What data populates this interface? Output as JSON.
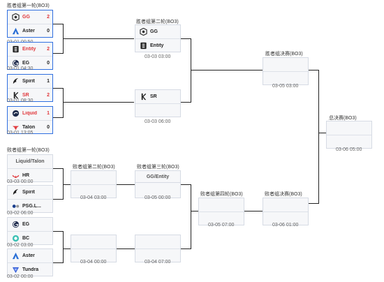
{
  "winners_r1": {
    "title": "胜者组第一轮(BO3)",
    "matches": [
      {
        "team1": "GG",
        "score1": "2",
        "team2": "Aster",
        "score2": "0",
        "time": "03-01 00:50",
        "icon1": "gg-logo-icon",
        "icon2": "aster-logo-icon"
      },
      {
        "team1": "Entity",
        "score1": "2",
        "team2": "EG",
        "score2": "0",
        "time": "03-01 04:30",
        "icon1": "entity-logo-icon",
        "icon2": "eg-logo-icon"
      },
      {
        "team1": "Spirit",
        "score1": "1",
        "team2": "SR",
        "score2": "2",
        "time": "03-01 08:30",
        "icon1": "spirit-logo-icon",
        "icon2": "sr-logo-icon"
      },
      {
        "team1": "Liquid",
        "score1": "1",
        "team2": "Talon",
        "score2": "0",
        "time": "03-01 13:05",
        "icon1": "liquid-logo-icon",
        "icon2": "talon-logo-icon"
      }
    ]
  },
  "winners_r2": {
    "title": "胜者组第二轮(BO3)",
    "matches": [
      {
        "team1": "GG",
        "team2": "Entity",
        "time": "03-03 03:00"
      },
      {
        "team1": "SR",
        "team2": "",
        "time": "03-03 06:00"
      }
    ]
  },
  "winners_final": {
    "title": "胜者组决赛(BO3)",
    "time": "03-05 03:00"
  },
  "grand_final": {
    "title": "总决赛(BO3)",
    "time": "03-06 05:00"
  },
  "losers_r1": {
    "title": "败者组第一轮(BO3)",
    "matches": [
      {
        "pending": "Liquid/Talon",
        "team1": "HR",
        "time": "03-03 00:00"
      },
      {
        "team1": "Spirit",
        "team2": "PSG.L...",
        "time": "03-02 06:00"
      },
      {
        "team1": "EG",
        "team2": "BC",
        "time": "03-02 03:00"
      },
      {
        "team1": "Aster",
        "team2": "Tundra",
        "time": "03-02 00:00"
      }
    ]
  },
  "losers_r2": {
    "title": "败者组第二轮(BO3)",
    "matches": [
      {
        "time": "03-04 03:00"
      },
      {
        "time": "03-04 00:00"
      }
    ]
  },
  "losers_r3": {
    "title": "败者组第三轮(BO3)",
    "matches": [
      {
        "pending": "GG/Entity",
        "time": "03-05 00:00"
      },
      {
        "time": "03-04 07:00"
      }
    ]
  },
  "losers_r4": {
    "title": "败者组第四轮(BO3)",
    "time": "03-05 07:00"
  },
  "losers_final": {
    "title": "败者组决赛(BO3)",
    "time": "03-06 01:00"
  },
  "colors": {
    "highlight": "#2f6fe0",
    "winner_red": "#e0363a",
    "box_bg": "#f6f7f9",
    "box_border": "#d6dbe4"
  }
}
